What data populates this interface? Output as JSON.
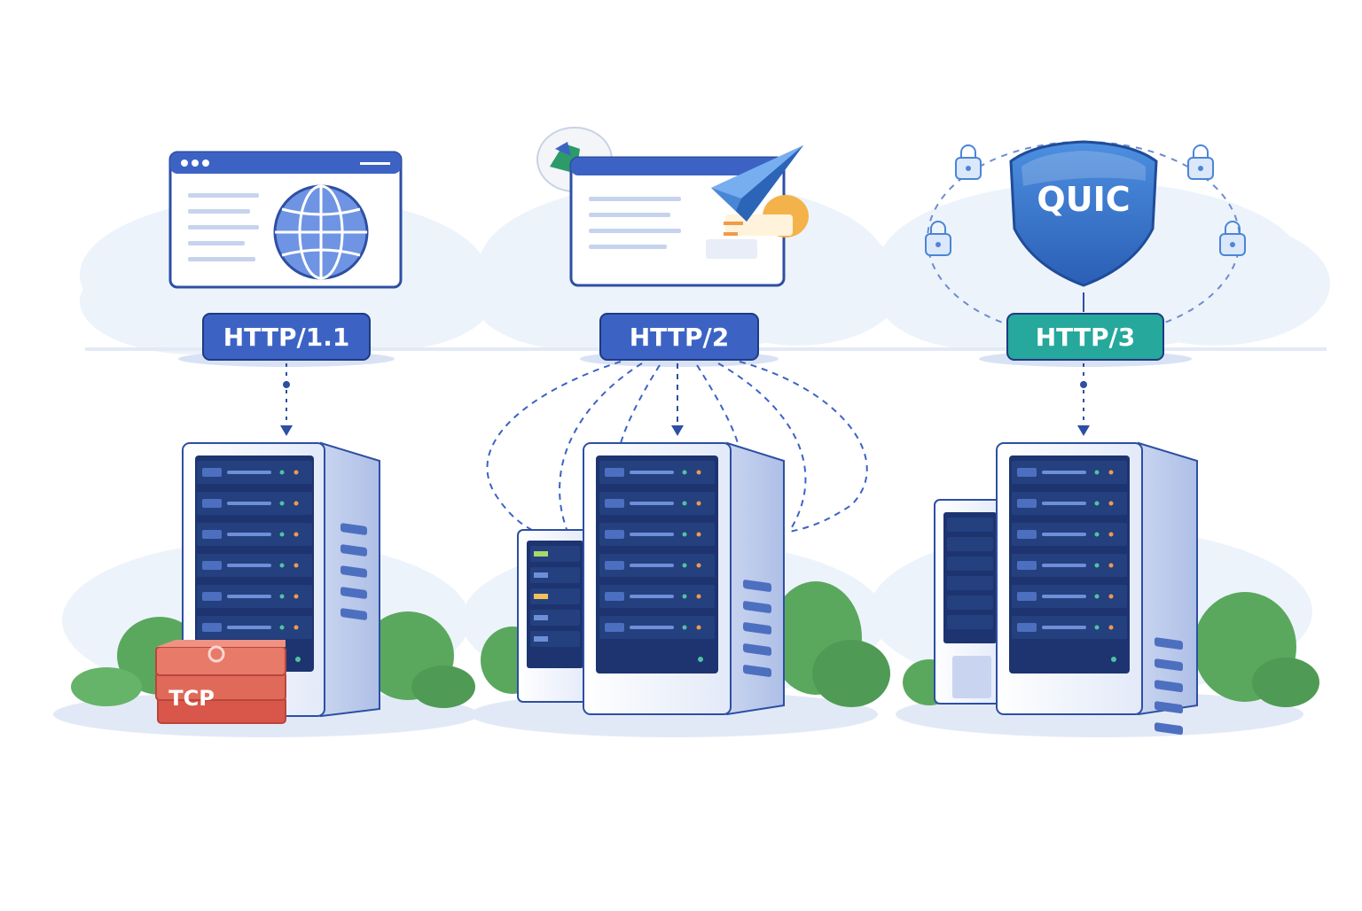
{
  "columns": [
    {
      "protocol_label": "HTTP/1.1",
      "badge_color": "#3c63c4",
      "icon": "globe-icon",
      "transport_label": "TCP"
    },
    {
      "protocol_label": "HTTP/2",
      "badge_color": "#3c63c4",
      "icon": "paper-plane-icon"
    },
    {
      "protocol_label": "HTTP/3",
      "badge_color": "#26a89d",
      "icon": "lock-icon",
      "shield_label": "QUIC"
    }
  ],
  "colors": {
    "navy": "#2d4fa3",
    "server_body": "#eef2fb",
    "server_screen": "#1d3470",
    "tcp_red": "#e06a5a",
    "leaf_green": "#5aa85e"
  }
}
